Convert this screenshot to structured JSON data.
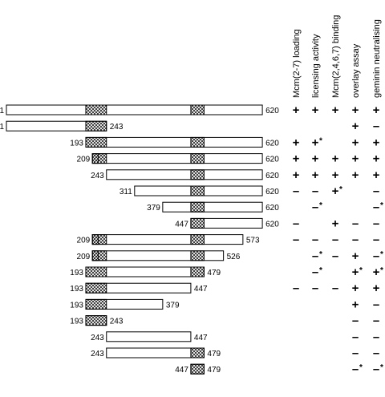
{
  "columns": [
    {
      "label": "Mcm(2-7) loading"
    },
    {
      "label": "licensing activity"
    },
    {
      "label": "Mcm(2,4,6,7) binding"
    },
    {
      "label": "overlay assay"
    },
    {
      "label": "geminin neutralising"
    }
  ],
  "rows": [
    {
      "start": "1",
      "end": "620",
      "s": 1,
      "e": 620,
      "results": [
        "+",
        "+",
        "+",
        "+",
        "+"
      ],
      "stars": [
        false,
        false,
        false,
        false,
        false
      ]
    },
    {
      "start": "1",
      "end": "243",
      "s": 1,
      "e": 243,
      "results": [
        "",
        "",
        "",
        "+",
        "–"
      ],
      "stars": [
        false,
        false,
        false,
        false,
        false
      ]
    },
    {
      "start": "193",
      "end": "620",
      "s": 193,
      "e": 620,
      "results": [
        "+",
        "+",
        "",
        "+",
        "+"
      ],
      "stars": [
        false,
        true,
        false,
        false,
        false
      ]
    },
    {
      "start": "209",
      "end": "620",
      "s": 209,
      "e": 620,
      "results": [
        "+",
        "+",
        "+",
        "+",
        "+"
      ],
      "stars": [
        false,
        false,
        false,
        false,
        false
      ]
    },
    {
      "start": "243",
      "end": "620",
      "s": 243,
      "e": 620,
      "results": [
        "+",
        "+",
        "+",
        "+",
        "+"
      ],
      "stars": [
        false,
        false,
        false,
        false,
        false
      ]
    },
    {
      "start": "311",
      "end": "620",
      "s": 311,
      "e": 620,
      "results": [
        "–",
        "–",
        "+",
        "",
        "–"
      ],
      "stars": [
        false,
        false,
        true,
        false,
        false
      ]
    },
    {
      "start": "379",
      "end": "620",
      "s": 379,
      "e": 620,
      "results": [
        "",
        "–",
        "",
        "",
        "–"
      ],
      "stars": [
        false,
        true,
        false,
        false,
        true
      ]
    },
    {
      "start": "447",
      "end": "620",
      "s": 447,
      "e": 620,
      "results": [
        "–",
        "",
        "+",
        "–",
        "–"
      ],
      "stars": [
        false,
        false,
        false,
        false,
        false
      ]
    },
    {
      "start": "209",
      "end": "573",
      "s": 209,
      "e": 573,
      "results": [
        "–",
        "–",
        "–",
        "–",
        "–"
      ],
      "stars": [
        false,
        false,
        false,
        false,
        false
      ]
    },
    {
      "start": "209",
      "end": "526",
      "s": 209,
      "e": 526,
      "results": [
        "",
        "–",
        "–",
        "+",
        "–"
      ],
      "stars": [
        false,
        true,
        false,
        false,
        true
      ]
    },
    {
      "start": "193",
      "end": "479",
      "s": 193,
      "e": 479,
      "results": [
        "",
        "–",
        "",
        "+",
        "+"
      ],
      "stars": [
        false,
        true,
        false,
        true,
        true
      ]
    },
    {
      "start": "193",
      "end": "447",
      "s": 193,
      "e": 447,
      "results": [
        "–",
        "–",
        "–",
        "+",
        "+"
      ],
      "stars": [
        false,
        false,
        false,
        false,
        false
      ]
    },
    {
      "start": "193",
      "end": "379",
      "s": 193,
      "e": 379,
      "results": [
        "",
        "",
        "",
        "+",
        "–"
      ],
      "stars": [
        false,
        false,
        false,
        false,
        false
      ]
    },
    {
      "start": "193",
      "end": "243",
      "s": 193,
      "e": 243,
      "results": [
        "",
        "",
        "",
        "–",
        "–"
      ],
      "stars": [
        false,
        false,
        false,
        false,
        false
      ]
    },
    {
      "start": "243",
      "end": "447",
      "s": 243,
      "e": 447,
      "results": [
        "",
        "",
        "",
        "–",
        "–"
      ],
      "stars": [
        false,
        false,
        false,
        false,
        false
      ]
    },
    {
      "start": "243",
      "end": "479",
      "s": 243,
      "e": 479,
      "results": [
        "",
        "",
        "",
        "–",
        "–"
      ],
      "stars": [
        false,
        false,
        false,
        false,
        false
      ]
    },
    {
      "start": "447",
      "end": "479",
      "s": 447,
      "e": 479,
      "results": [
        "",
        "",
        "",
        "–",
        "–"
      ],
      "stars": [
        false,
        false,
        false,
        true,
        true
      ]
    }
  ],
  "regions": {
    "crosshatch": [
      [
        193,
        243
      ],
      [
        447,
        479
      ]
    ],
    "diagonal": [
      [
        209,
        219
      ]
    ]
  },
  "star_symbol": "*"
}
